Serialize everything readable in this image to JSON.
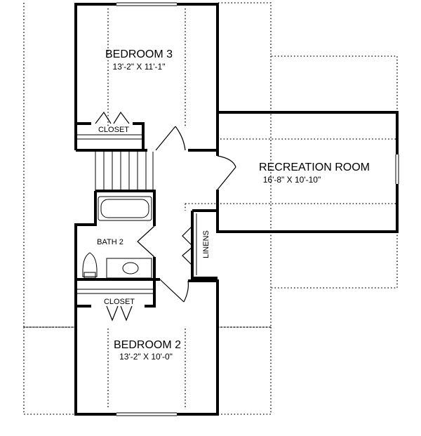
{
  "rooms": {
    "bedroom3": {
      "name": "BEDROOM 3",
      "dims": "13'-2\" X 11'-1\""
    },
    "recreation": {
      "name": "RECREATION ROOM",
      "dims": "16'-8\" X 10'-10\""
    },
    "bath2": {
      "name": "BATH 2"
    },
    "bedroom2": {
      "name": "BEDROOM 2",
      "dims": "13'-2\" X 10'-0\""
    }
  },
  "closets": {
    "upper": "CLOSET",
    "lower": "CLOSET"
  },
  "linens": "LINENS",
  "colors": {
    "wall": "#000000",
    "dotted": "#333333",
    "background": "#ffffff"
  }
}
